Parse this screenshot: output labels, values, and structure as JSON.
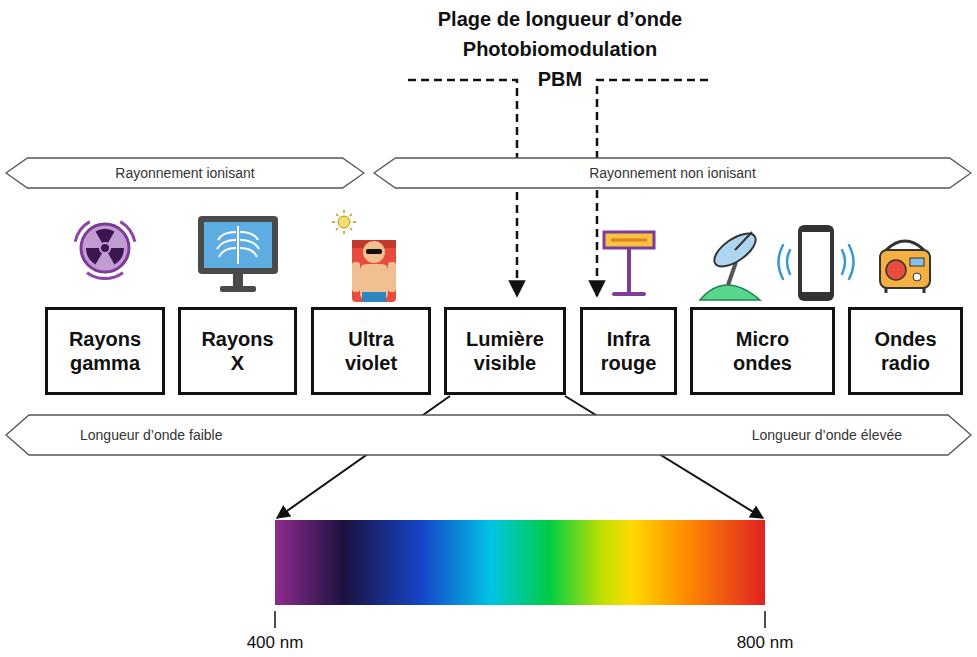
{
  "diagram": {
    "title": "Plage de longueur d’onde Photobiomodulation",
    "nodes": [
      {
        "text": [
          "Rayonnement ionisant"
        ]
      },
      {
        "text": [
          "Rayonnement non ionisant"
        ]
      },
      {
        "text": [
          "Rayons gamma"
        ]
      },
      {
        "text": [
          "Rayons X"
        ]
      },
      {
        "text": [
          "Ultra violet"
        ]
      },
      {
        "text": [
          "Lumière visible"
        ]
      },
      {
        "text": [
          "Infra rouge"
        ]
      },
      {
        "text": [
          "Micro ondes"
        ]
      },
      {
        "text": [
          "Ondes radio"
        ]
      },
      {
        "text": [
          "Longueur d’onde faible",
          "Longueur d’onde élevée"
        ]
      }
    ],
    "labels": [
      "PBM",
      "400 nm",
      "800 nm"
    ]
  }
}
